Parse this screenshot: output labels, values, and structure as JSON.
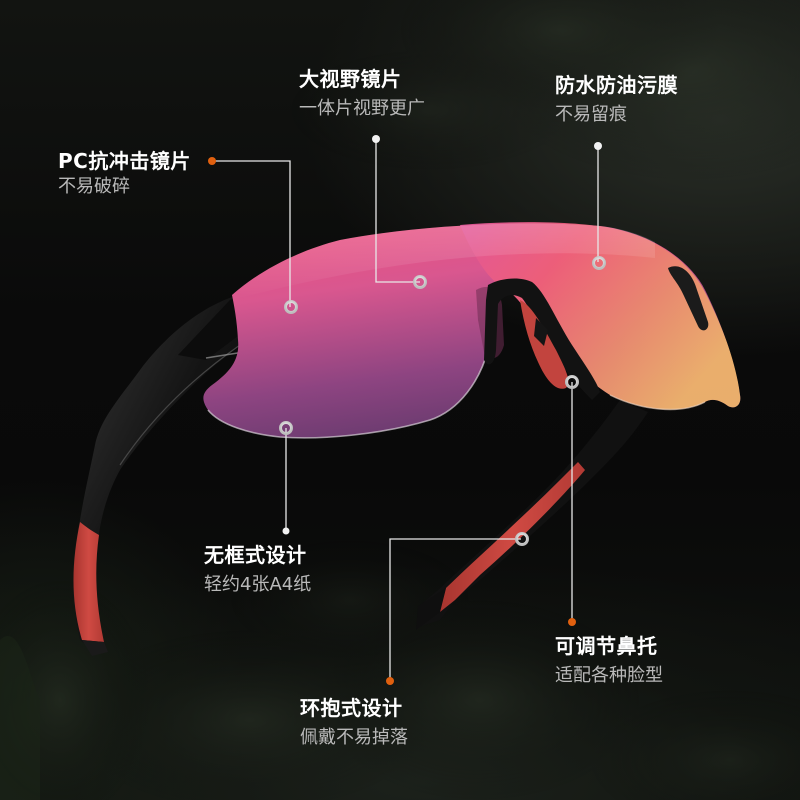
{
  "colors": {
    "accent_dot": "#e0600f",
    "line": "#e8e8e8",
    "title_text": "#ffffff",
    "subtitle_text": "#b9b9b9",
    "lens_pink": "#e9548a",
    "lens_purple": "#7a3d78",
    "lens_orange": "#eea86a",
    "frame_black": "#151515",
    "temple_red": "#c8463f"
  },
  "product": {
    "type": "rimless sports sunglasses",
    "lens_finish": "pink-purple-orange mirror"
  },
  "callouts": [
    {
      "id": "pc-lens",
      "title": "PC抗冲击镜片",
      "subtitle": "不易破碎",
      "icon": "orange-dot-icon"
    },
    {
      "id": "wide-view",
      "title": "大视野镜片",
      "subtitle": "一体片视野更广",
      "icon": "white-dot-icon"
    },
    {
      "id": "coating",
      "title": "防水防油污膜",
      "subtitle": "不易留痕",
      "icon": "white-dot-icon"
    },
    {
      "id": "frameless",
      "title": "无框式设计",
      "subtitle": "轻约4张A4纸",
      "icon": "white-dot-icon"
    },
    {
      "id": "nose-pad",
      "title": "可调节鼻托",
      "subtitle": "适配各种脸型",
      "icon": "orange-dot-icon"
    },
    {
      "id": "wrap",
      "title": "环抱式设计",
      "subtitle": "佩戴不易掉落",
      "icon": "orange-dot-icon"
    }
  ]
}
